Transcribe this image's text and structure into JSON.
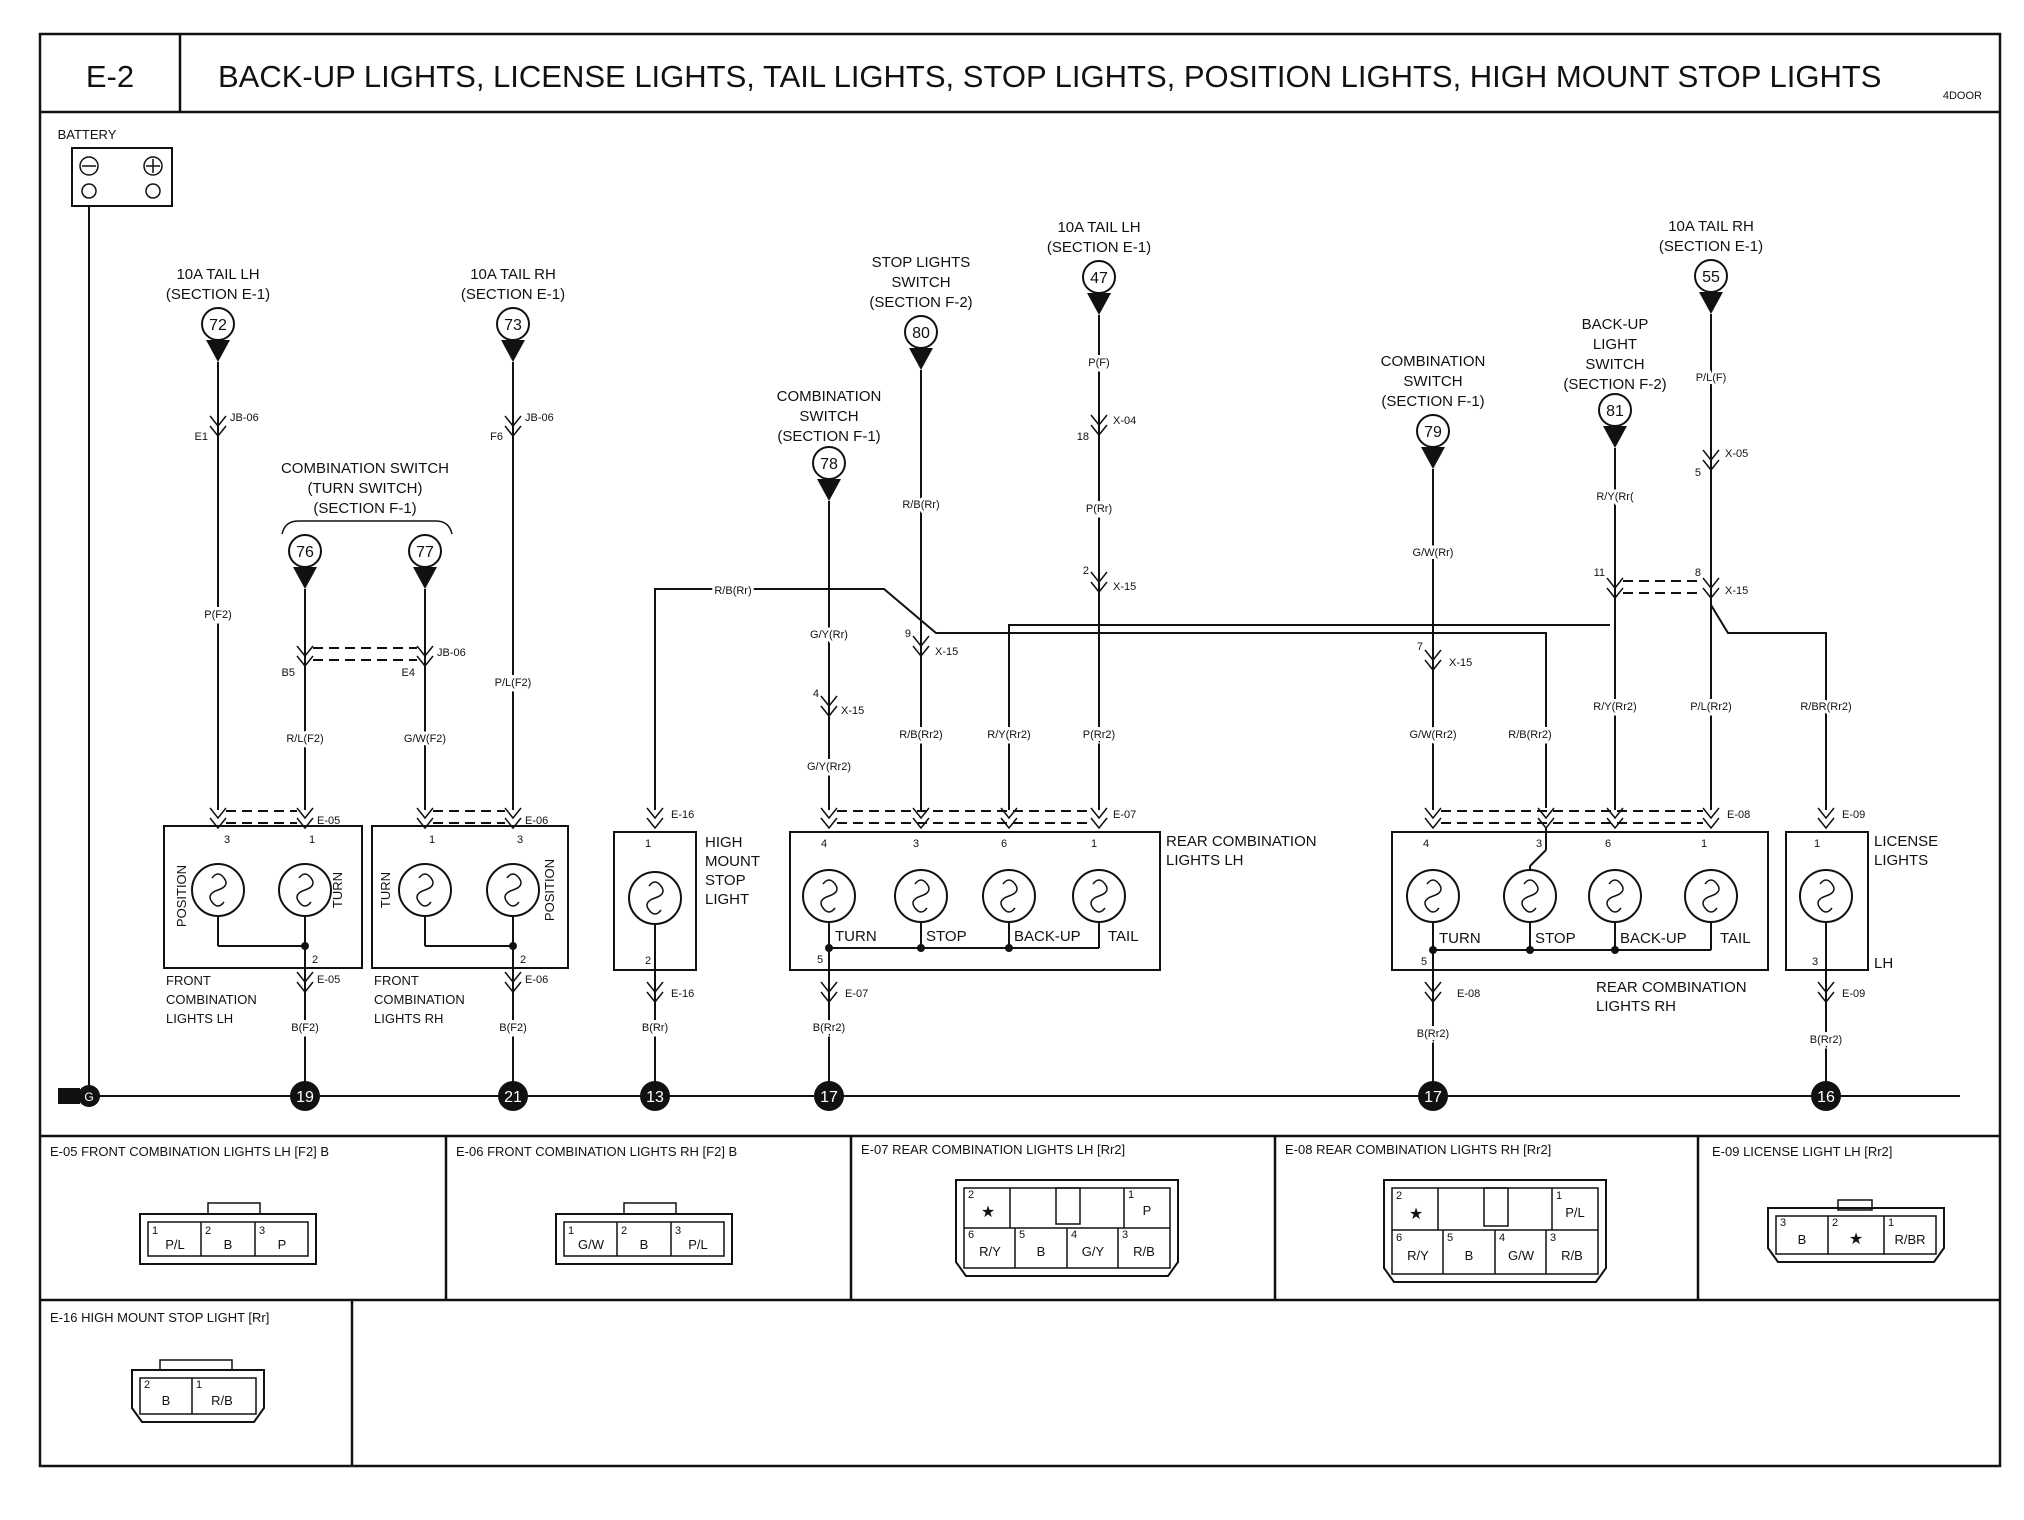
{
  "header": {
    "code": "E-2",
    "title": "BACK-UP LIGHTS, LICENSE LIGHTS, TAIL LIGHTS, STOP LIGHTS, POSITION LIGHTS, HIGH MOUNT STOP LIGHTS",
    "variant": "4DOOR"
  },
  "battery": {
    "label": "BATTERY"
  },
  "sources": {
    "s72": {
      "name": "10A TAIL LH",
      "section": "(SECTION E-1)",
      "num": "72"
    },
    "s73": {
      "name": "10A TAIL RH",
      "section": "(SECTION E-1)",
      "num": "73"
    },
    "s76_77": {
      "name1": "COMBINATION SWITCH",
      "name2": "(TURN SWITCH)",
      "section": "(SECTION F-1)",
      "num_a": "76",
      "num_b": "77"
    },
    "s78": {
      "name1": "COMBINATION",
      "name2": "SWITCH",
      "section": "(SECTION F-1)",
      "num": "78"
    },
    "s80": {
      "name1": "STOP LIGHTS",
      "name2": "SWITCH",
      "section": "(SECTION F-2)",
      "num": "80"
    },
    "s47": {
      "name": "10A TAIL LH",
      "section": "(SECTION E-1)",
      "num": "47"
    },
    "s79": {
      "name1": "COMBINATION",
      "name2": "SWITCH",
      "section": "(SECTION F-1)",
      "num": "79"
    },
    "s81": {
      "name1": "BACK-UP",
      "name2": "LIGHT",
      "name3": "SWITCH",
      "section": "(SECTION F-2)",
      "num": "81"
    },
    "s55": {
      "name": "10A TAIL RH",
      "section": "(SECTION E-1)",
      "num": "55"
    }
  },
  "wires": {
    "w72_top": "P(F2)",
    "w72_e": "E1",
    "jb1": "JB-06",
    "w73_e": "F6",
    "jb2": "JB-06",
    "w73": "P/L(F2)",
    "b5": "B5",
    "e4": "E4",
    "jb3": "JB-06",
    "rl_f2": "R/L(F2)",
    "gw_f2": "G/W(F2)",
    "rb_rr_top": "R/B(Rr)",
    "rb_rr_mid": "R/B(Rr)",
    "gy_rr": "G/Y(Rr)",
    "gy_rr2": "G/Y(Rr2)",
    "rb_rr2": "R/B(Rr2)",
    "ry_rr2_l": "R/Y(Rr2)",
    "p_f": "P(F)",
    "p_rr": "P(Rr)",
    "p_rr2": "P(Rr2)",
    "gw_rr": "G/W(Rr)",
    "gw_rr2": "G/W(Rr2)",
    "rb_rr2_r": "R/B(Rr2)",
    "ry_rr_r": "R/Y(Rr(",
    "ry_rr2_r": "R/Y(Rr2)",
    "pl_f": "P/L(F)",
    "pl_rr2": "P/L(Rr2)",
    "rbr_rr2": "R/BR(Rr2)",
    "b_f2_1": "B(F2)",
    "b_f2_2": "B(F2)",
    "b_rr_13": "B(Rr)",
    "b_rr2_17a": "B(Rr2)",
    "b_rr2_17b": "B(Rr2)",
    "b_rr2_16": "B(Rr2)"
  },
  "connectors_inline": {
    "x04": "X-04",
    "x04_pin": "18",
    "x05": "X-05",
    "x05_pin": "5",
    "x15_a": "X-15",
    "x15_a_pin": "9",
    "x15_b": "X-15",
    "x15_b_pin": "4",
    "x15_c": "X-15",
    "x15_c_pin": "2",
    "x15_d": "X-15",
    "x15_d_pin": "7",
    "x15_e": "X-15",
    "x15_e_pin11": "11",
    "x15_e_pin8": "8",
    "e05_top": "E-05",
    "e06_top": "E-06",
    "e16_top": "E-16",
    "e07_top": "E-07",
    "e08_top": "E-08",
    "e09_top": "E-09",
    "e05_bot": "E-05",
    "e06_bot": "E-06",
    "e16_bot": "E-16",
    "e07_bot": "E-07",
    "e08_bot": "E-08",
    "e09_bot": "E-09"
  },
  "components": {
    "front_lh": {
      "l1": "FRONT",
      "l2": "COMBINATION",
      "l3": "LIGHTS LH",
      "pos": "POSITION",
      "turn": "TURN",
      "p3": "3",
      "p1": "1",
      "p2": "2"
    },
    "front_rh": {
      "l1": "FRONT",
      "l2": "COMBINATION",
      "l3": "LIGHTS RH",
      "pos": "POSITION",
      "turn": "TURN",
      "p1": "1",
      "p3": "3",
      "p2": "2"
    },
    "hmsl": {
      "l1": "HIGH",
      "l2": "MOUNT",
      "l3": "STOP",
      "l4": "LIGHT",
      "p1": "1",
      "p2": "2"
    },
    "rear_lh": {
      "l1": "REAR COMBINATION",
      "l2": "LIGHTS LH",
      "turn": "TURN",
      "stop": "STOP",
      "backup": "BACK-UP",
      "tail": "TAIL",
      "p4": "4",
      "p3": "3",
      "p6": "6",
      "p1": "1",
      "p5": "5"
    },
    "rear_rh": {
      "l1": "REAR COMBINATION",
      "l2": "LIGHTS RH",
      "turn": "TURN",
      "stop": "STOP",
      "backup": "BACK-UP",
      "tail": "TAIL",
      "p4": "4",
      "p3": "3",
      "p6": "6",
      "p1": "1",
      "p5": "5"
    },
    "license": {
      "l1": "LICENSE",
      "l2": "LIGHTS",
      "lh": "LH",
      "p1": "1",
      "p3": "3"
    }
  },
  "grounds": {
    "g19": "19",
    "g21": "21",
    "g13": "13",
    "g17a": "17",
    "g17b": "17",
    "g16": "16",
    "gsym": "G"
  },
  "connector_views": {
    "e05": {
      "title": "E-05 FRONT COMBINATION LIGHTS LH [F2] B",
      "pins": [
        {
          "n": "1",
          "w": "P/L"
        },
        {
          "n": "2",
          "w": "B"
        },
        {
          "n": "3",
          "w": "P"
        }
      ]
    },
    "e06": {
      "title": "E-06 FRONT COMBINATION LIGHTS RH [F2] B",
      "pins": [
        {
          "n": "1",
          "w": "G/W"
        },
        {
          "n": "2",
          "w": "B"
        },
        {
          "n": "3",
          "w": "P/L"
        }
      ]
    },
    "e07": {
      "title": "E-07 REAR COMBINATION LIGHTS LH [Rr2]",
      "top": [
        {
          "n": "2",
          "w": "★"
        },
        {
          "n": "1",
          "w": "P"
        }
      ],
      "bottom": [
        {
          "n": "6",
          "w": "R/Y"
        },
        {
          "n": "5",
          "w": "B"
        },
        {
          "n": "4",
          "w": "G/Y"
        },
        {
          "n": "3",
          "w": "R/B"
        }
      ]
    },
    "e08": {
      "title": "E-08 REAR COMBINATION LIGHTS RH [Rr2]",
      "top": [
        {
          "n": "2",
          "w": "★"
        },
        {
          "n": "1",
          "w": "P/L"
        }
      ],
      "bottom": [
        {
          "n": "6",
          "w": "R/Y"
        },
        {
          "n": "5",
          "w": "B"
        },
        {
          "n": "4",
          "w": "G/W"
        },
        {
          "n": "3",
          "w": "R/B"
        }
      ]
    },
    "e09": {
      "title": "E-09 LICENSE LIGHT LH [Rr2]",
      "pins": [
        {
          "n": "3",
          "w": "B"
        },
        {
          "n": "2",
          "w": "★"
        },
        {
          "n": "1",
          "w": "R/BR"
        }
      ]
    },
    "e16": {
      "title": "E-16 HIGH MOUNT STOP LIGHT [Rr]",
      "pins": [
        {
          "n": "2",
          "w": "B"
        },
        {
          "n": "1",
          "w": "R/B"
        }
      ]
    }
  }
}
